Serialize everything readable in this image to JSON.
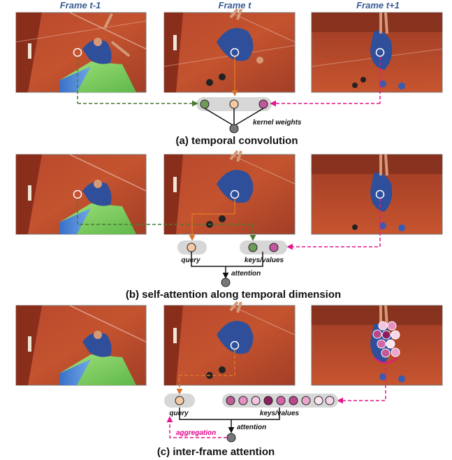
{
  "frame_titles": {
    "prev": "Frame t-1",
    "curr": "Frame t",
    "next": "Frame t+1"
  },
  "section_a": {
    "caption": "(a) temporal convolution",
    "kernel_label": "kernel weights"
  },
  "section_b": {
    "caption": "(b) self-attention along temporal dimension",
    "query_label": "query",
    "keys_label": "keys/values",
    "attention_label": "attention"
  },
  "section_c": {
    "caption": "(c) inter-frame attention",
    "query_label": "query",
    "keys_label": "keys/values",
    "attention_label": "attention",
    "aggregation_label": "aggregation"
  },
  "colors": {
    "green": "#4a7a32",
    "orange": "#d9742a",
    "pink": "#e4168c",
    "query_fill": "#f5c9a4",
    "green_fill": "#6f9a58",
    "pink_fill": "#c05a9c",
    "output_fill": "#777777",
    "pill": "#d7d7d7"
  }
}
